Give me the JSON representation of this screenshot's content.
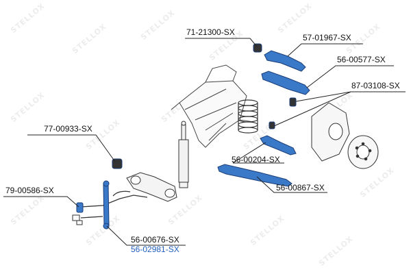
{
  "watermark_text": "STELLOX",
  "callouts": [
    {
      "id": "c1",
      "text": "71-21300-SX"
    },
    {
      "id": "c2",
      "text": "57-01967-SX"
    },
    {
      "id": "c3",
      "text": "56-00577-SX"
    },
    {
      "id": "c4",
      "text": "87-03108-SX"
    },
    {
      "id": "c5",
      "text": "77-00933-SX"
    },
    {
      "id": "c6",
      "text": "56-00204-SX"
    },
    {
      "id": "c7",
      "text": "79-00586-SX"
    },
    {
      "id": "c8",
      "text": "56-00867-SX"
    },
    {
      "id": "c9",
      "text": "56-00676-SX"
    },
    {
      "id": "c10",
      "text": "56-02981-SX"
    }
  ],
  "colors": {
    "part_highlight": "#3a78c8",
    "part_dark": "#1b3d78",
    "line": "#222222",
    "link_text": "#1f5fbf"
  }
}
